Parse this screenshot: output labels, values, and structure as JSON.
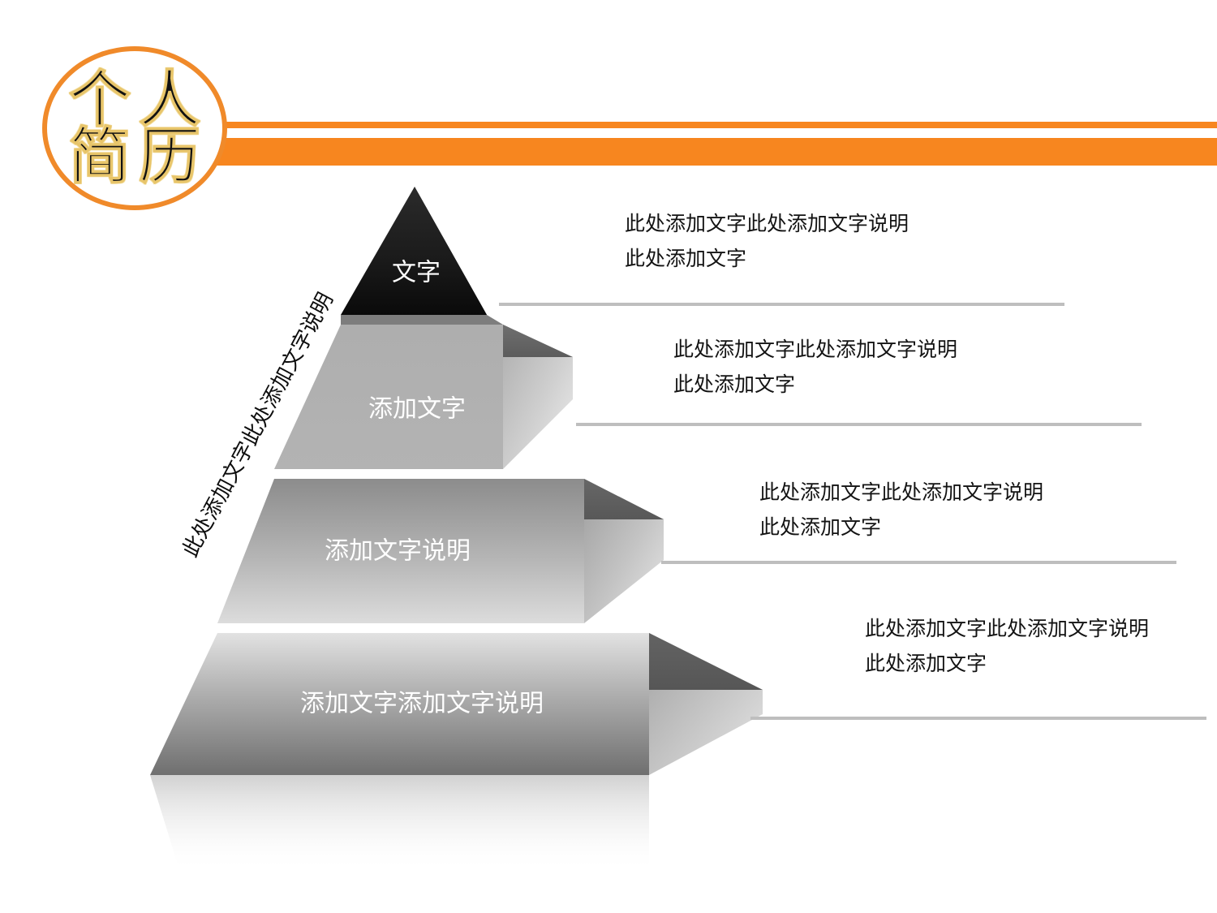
{
  "theme": {
    "accent": "#F7861F",
    "logo_ring": "#F08A2A",
    "connector_line": "#BEBEBE",
    "text": "#131313"
  },
  "header": {
    "logo": {
      "line1": "个人",
      "line2": "简历",
      "name": "personal-resume-logo"
    }
  },
  "pyramid": {
    "axis_label": "此处添加文字此处添加文字说明",
    "tiers": [
      {
        "label": "文字",
        "font_size": 30,
        "fill": "#1a1a1a"
      },
      {
        "label": "添加文字",
        "font_size": 30,
        "fill": "#ababab"
      },
      {
        "label": "添加文字说明",
        "font_size": 30,
        "fill": "#9a9a9a"
      },
      {
        "label": "添加文字添加文字说明",
        "font_size": 30,
        "fill": "#8f8f8f"
      }
    ]
  },
  "callouts": [
    {
      "line1": "此处添加文字此处添加文字说明",
      "line2": "此处添加文字"
    },
    {
      "line1": "此处添加文字此处添加文字说明",
      "line2": "此处添加文字"
    },
    {
      "line1": "此处添加文字此处添加文字说明",
      "line2": "此处添加文字"
    },
    {
      "line1": "此处添加文字此处添加文字说明",
      "line2": "此处添加文字"
    }
  ]
}
